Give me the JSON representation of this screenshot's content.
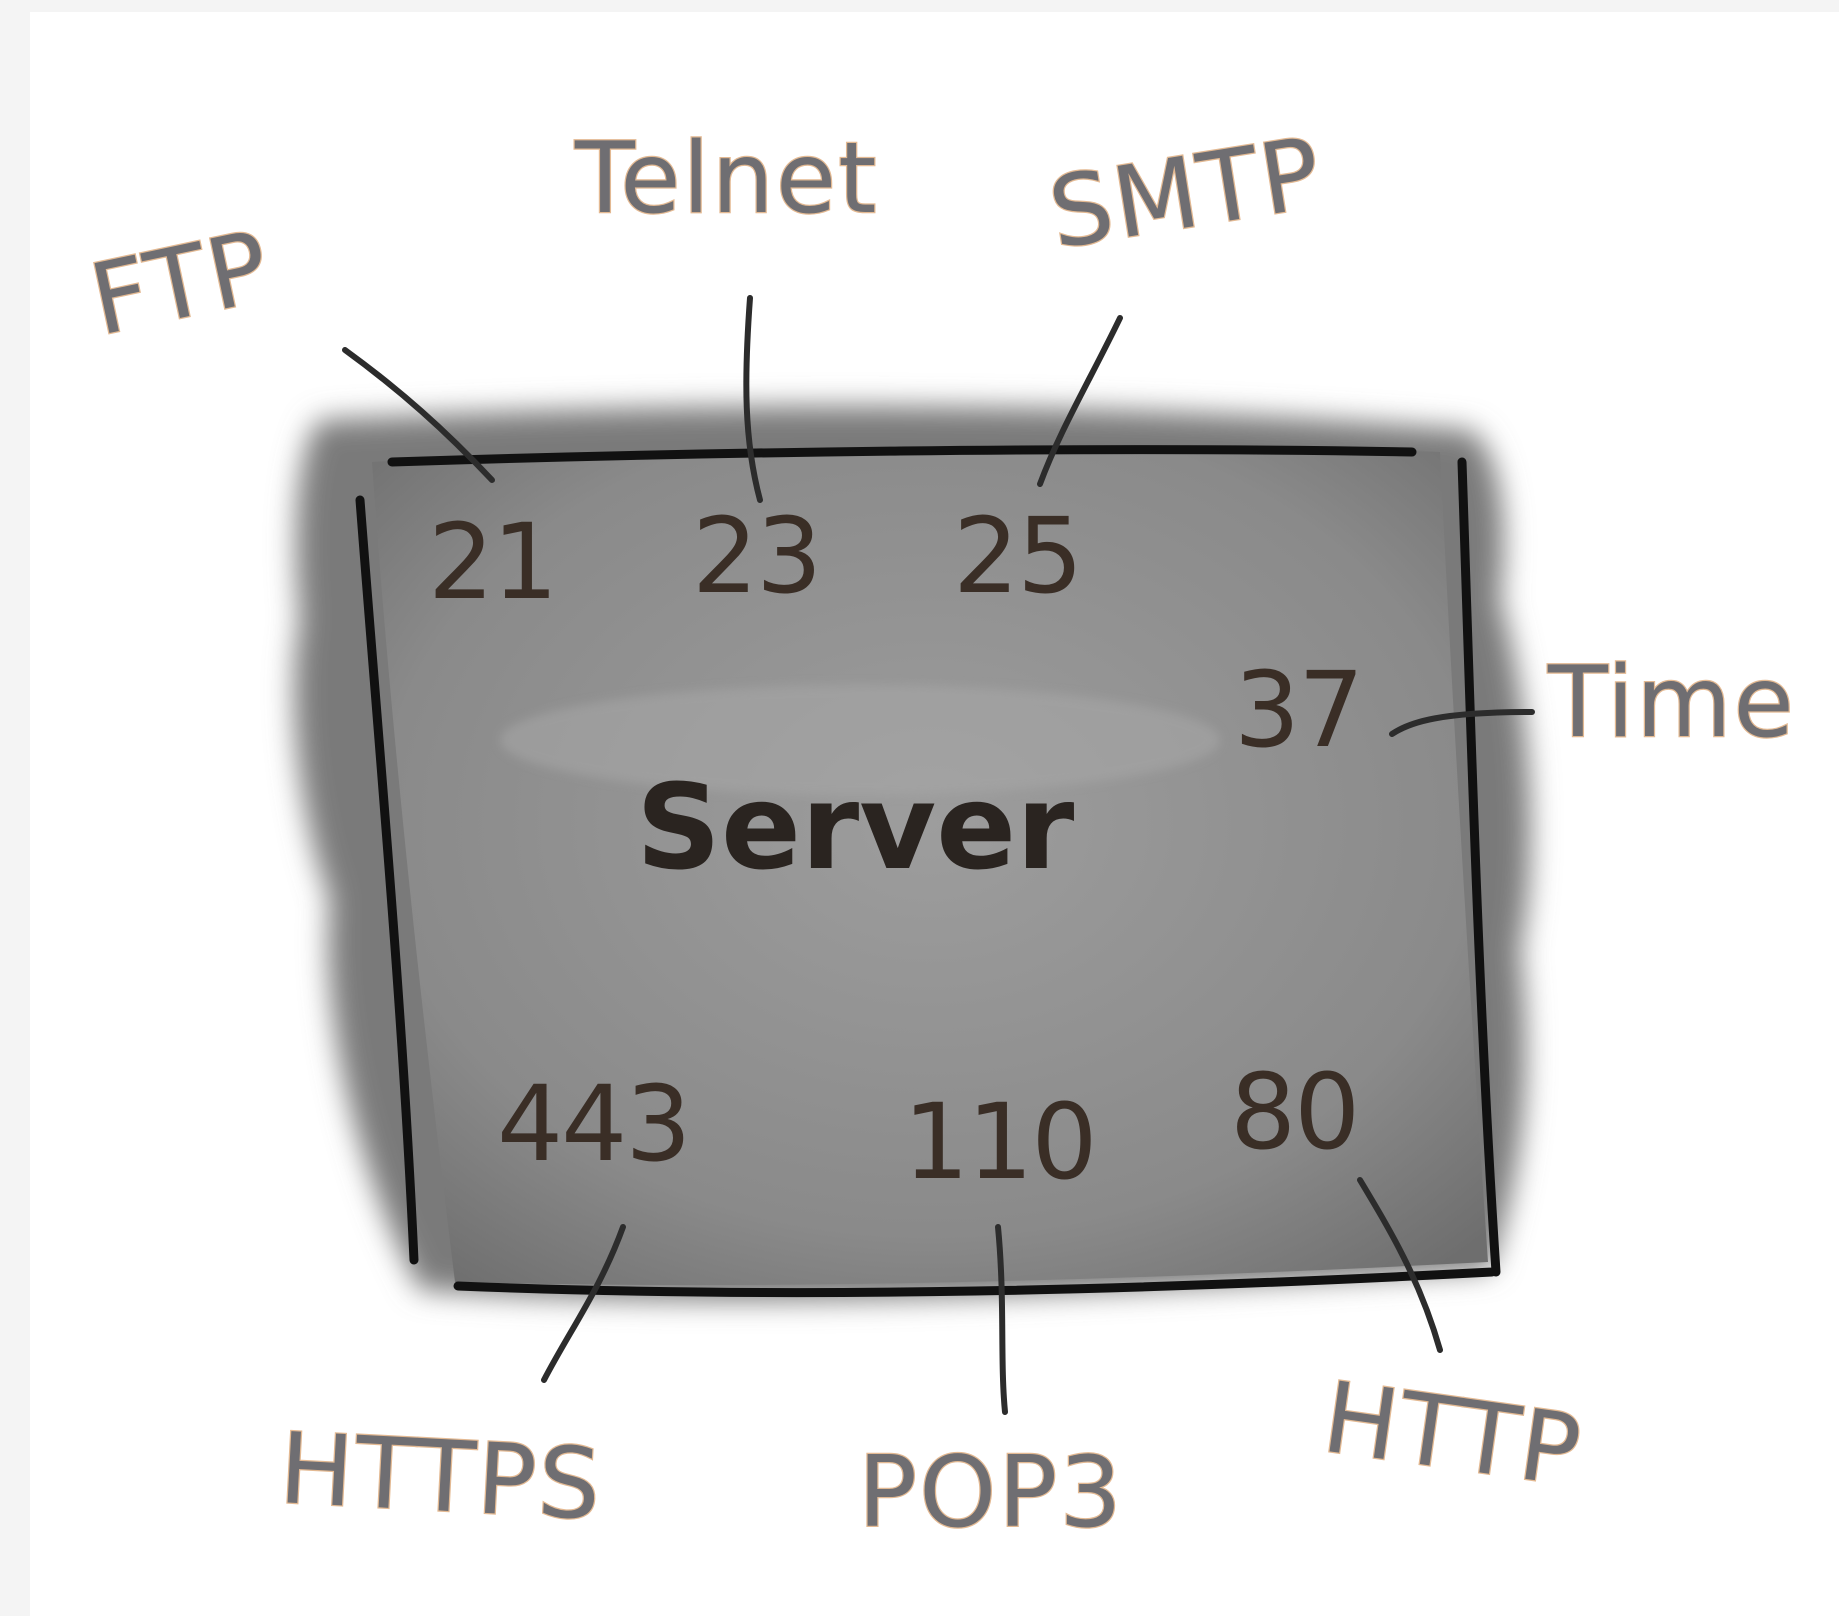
{
  "server": {
    "label": "Server"
  },
  "ports": [
    {
      "port": "21",
      "protocol": "FTP"
    },
    {
      "port": "23",
      "protocol": "Telnet"
    },
    {
      "port": "25",
      "protocol": "SMTP"
    },
    {
      "port": "37",
      "protocol": "Time"
    },
    {
      "port": "443",
      "protocol": "HTTPS"
    },
    {
      "port": "110",
      "protocol": "POP3"
    },
    {
      "port": "80",
      "protocol": "HTTP"
    }
  ],
  "colors": {
    "page_background": "#ffffff",
    "server_fill": "#8f8f8f",
    "server_outline": "#111111",
    "port_text": "#3a2e26",
    "protocol_text": "#6f6e72"
  }
}
